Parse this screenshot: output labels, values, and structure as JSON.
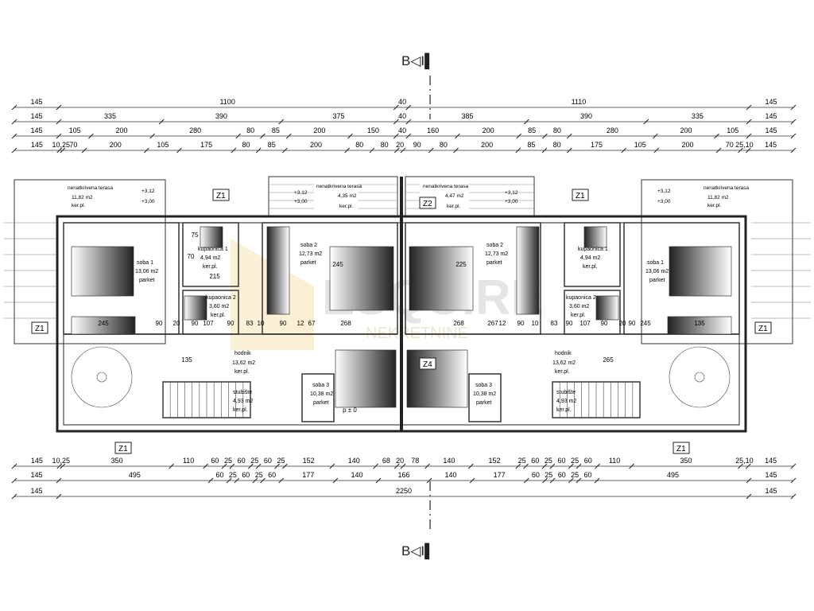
{
  "section_marker": "B◁I▌",
  "dimensions": {
    "top": [
      [
        "145",
        "1100",
        "40",
        "1110",
        "145"
      ],
      [
        "145",
        "335",
        "390",
        "375",
        "40",
        "385",
        "390",
        "335",
        "145"
      ],
      [
        "145",
        "105",
        "200",
        "280",
        "80",
        "85",
        "200",
        "150",
        "40",
        "160",
        "200",
        "85",
        "80",
        "280",
        "200",
        "105",
        "145"
      ],
      [
        "145",
        "10,25",
        "70",
        "200",
        "105",
        "175",
        "80",
        "85",
        "200",
        "80",
        "80",
        "20",
        "90",
        "80",
        "200",
        "85",
        "80",
        "175",
        "105",
        "200",
        "70",
        "25,10",
        "145"
      ]
    ],
    "bottom": [
      [
        "145",
        "10,25",
        "350",
        "110",
        "60",
        "25",
        "60",
        "25",
        "60",
        "25",
        "152",
        "140",
        "68",
        "20",
        "78",
        "140",
        "152",
        "25",
        "60",
        "25",
        "60",
        "25",
        "60",
        "110",
        "350",
        "25,10",
        "145"
      ],
      [
        "145",
        "495",
        "60",
        "25",
        "60",
        "25",
        "60",
        "177",
        "140",
        "166",
        "140",
        "177",
        "60",
        "25",
        "60",
        "25",
        "60",
        "495",
        "145"
      ],
      [
        "145",
        "2250",
        "145"
      ]
    ]
  },
  "terraces": {
    "left_outer": {
      "name": "nenatkrivena terasa",
      "area": "11,82 m2",
      "floor": "ker.pl.",
      "lvl1": "+3,12",
      "lvl2": "+3,00"
    },
    "left_inner": {
      "name": "nenatkrivena terasa",
      "area": "4,35 m2",
      "floor": "ker.pl.",
      "lvl1": "+3,12",
      "lvl2": "+3,00"
    },
    "right_inner": {
      "name": "nenatkrivena terasa",
      "area": "4,47 m2",
      "floor": "ker.pl.",
      "lvl1": "+3,12",
      "lvl2": "+3,00"
    },
    "right_outer": {
      "name": "nenatkrivena terasa",
      "area": "11,82 m2",
      "floor": "ker.pl.",
      "lvl1": "+3,12",
      "lvl2": "+3,00"
    }
  },
  "rooms_left": {
    "soba1": {
      "name": "soba 1",
      "area": "13,06 m2",
      "floor": "parket"
    },
    "soba2": {
      "name": "soba 2",
      "area": "12,73 m2",
      "floor": "parket"
    },
    "soba3": {
      "name": "soba 3",
      "area": "10,38 m2",
      "floor": "parket"
    },
    "kup1": {
      "name": "kupaonica 1",
      "area": "4,94 m2",
      "floor": "ker.pl."
    },
    "kup2": {
      "name": "kupaonica 2",
      "area": "3,60 m2",
      "floor": "ker.pl."
    },
    "hodnik": {
      "name": "hodnik",
      "area": "13,62 m2",
      "floor": "ker.pl."
    },
    "stubiste": {
      "name": "stubište",
      "area": "4,93 m2",
      "floor": "ker.pl."
    }
  },
  "rooms_right": {
    "soba1": {
      "name": "soba 1",
      "area": "13,06 m2",
      "floor": "parket"
    },
    "soba2": {
      "name": "soba 2",
      "area": "12,73 m2",
      "floor": "parket"
    },
    "soba3": {
      "name": "soba 3",
      "area": "10,38 m2",
      "floor": "parket"
    },
    "kup1": {
      "name": "kupaonica 1",
      "area": "4,94 m2",
      "floor": "ker.pl."
    },
    "kup2": {
      "name": "kupaonica 2",
      "area": "3,60 m2",
      "floor": "ker.pl."
    },
    "hodnik": {
      "name": "hodnik",
      "area": "13,62 m2",
      "floor": "ker.pl."
    },
    "stubiste": {
      "name": "stubište",
      "area": "4,93 m2",
      "floor": "ker.pl."
    }
  },
  "tags": {
    "z1": "Z1",
    "z2": "Z2",
    "z4": "Z4"
  },
  "inner_dims": [
    "245",
    "90",
    "20",
    "90",
    "107",
    "90",
    "83",
    "10",
    "90",
    "12",
    "67",
    "268",
    "268",
    "267",
    "12",
    "90",
    "10",
    "83",
    "90",
    "107",
    "90",
    "20",
    "90",
    "245",
    "135",
    "135",
    "265",
    "245",
    "225",
    "215",
    "70",
    "75",
    "p ± 0"
  ],
  "watermark": {
    "text": "ESQUIRE",
    "sub": "NEKRETNINE"
  }
}
